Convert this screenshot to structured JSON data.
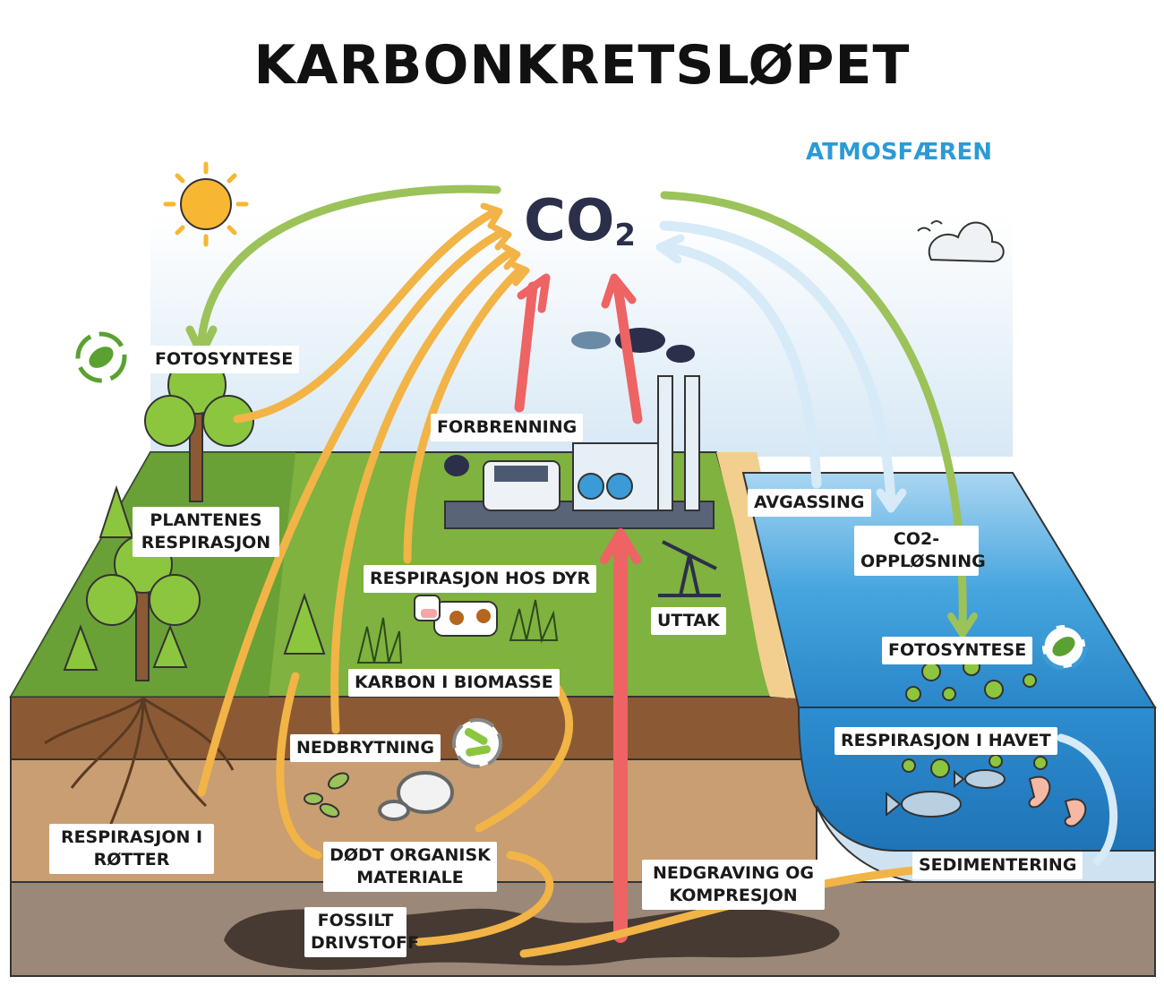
{
  "title": "KARBONKRETSLØPET",
  "atmosphere_label": "ATMOSFÆREN",
  "co2": {
    "main": "CO",
    "sub": "2"
  },
  "labels": {
    "photosynthesis_land": "FOTOSYNTESE",
    "plant_respiration": "PLANTENES RESPIRASJON",
    "animal_respiration": "RESPIRASJON HOS DYR",
    "combustion": "FORBRENNING",
    "biomass_carbon": "KARBON I BIOMASSE",
    "decomposition": "NEDBRYTNING",
    "root_respiration": "RESPIRASJON I RØTTER",
    "dead_organic": "DØDT ORGANISK MATERIALE",
    "fossil_fuel": "FOSSILT DRIVSTOFF",
    "extraction": "UTTAK",
    "burial": "NEDGRAVING OG KOMPRESJON",
    "outgassing": "AVGASSING",
    "co2_dissolution": "CO2-OPPLØSNING",
    "photosynthesis_ocean": "FOTOSYNTESE",
    "ocean_respiration": "RESPIRASJON I HAVET",
    "sedimentation": "SEDIMENTERING"
  },
  "colors": {
    "sky": "#dcebf6",
    "grass": "#7fb23f",
    "soil_top": "#8b5a34",
    "soil_mid": "#c89e72",
    "rock": "#9b8878",
    "ocean": "#3b9bd6",
    "sand": "#f2cf8e",
    "arrow_orange": "#f2b447",
    "arrow_green": "#9cc25a",
    "arrow_red": "#ee6363",
    "arrow_lightblue": "#d6eaf7"
  }
}
